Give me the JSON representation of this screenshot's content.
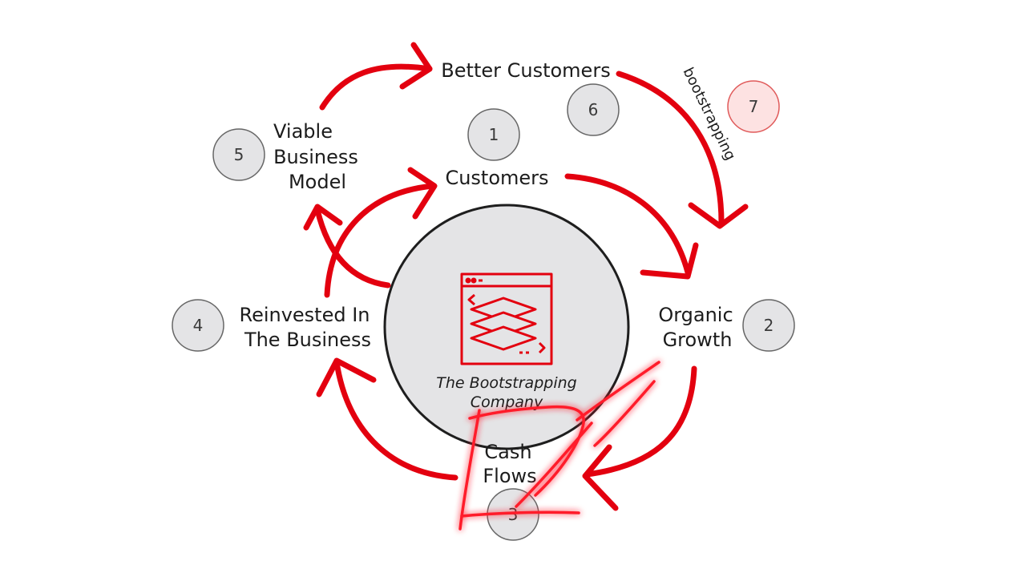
{
  "nodes": {
    "customers": {
      "number": "1",
      "label": "Customers"
    },
    "organic_growth": {
      "number": "2",
      "line1": "Organic",
      "line2": "Growth"
    },
    "cash_flows": {
      "number": "3",
      "line1": "Cash",
      "line2": "Flows"
    },
    "reinvested": {
      "number": "4",
      "line1": "Reinvested In",
      "line2": "The Business"
    },
    "viable_model": {
      "number": "5",
      "line1": "Viable",
      "line2": "Business",
      "line3": "Model"
    },
    "better_customers": {
      "number": "6",
      "label": "Better Customers"
    },
    "bootstrapping": {
      "number": "7",
      "label": "bootstrapping"
    }
  },
  "center": {
    "line1": "The Bootstrapping",
    "line2": "Company",
    "icon": "layered-window-icon"
  },
  "colors": {
    "arrow": "#e3000f",
    "circle_fill": "#e4e4e6",
    "circle_stroke": "#555555",
    "highlight_fill": "#fde2e2",
    "highlight_stroke": "#e05a5a"
  }
}
